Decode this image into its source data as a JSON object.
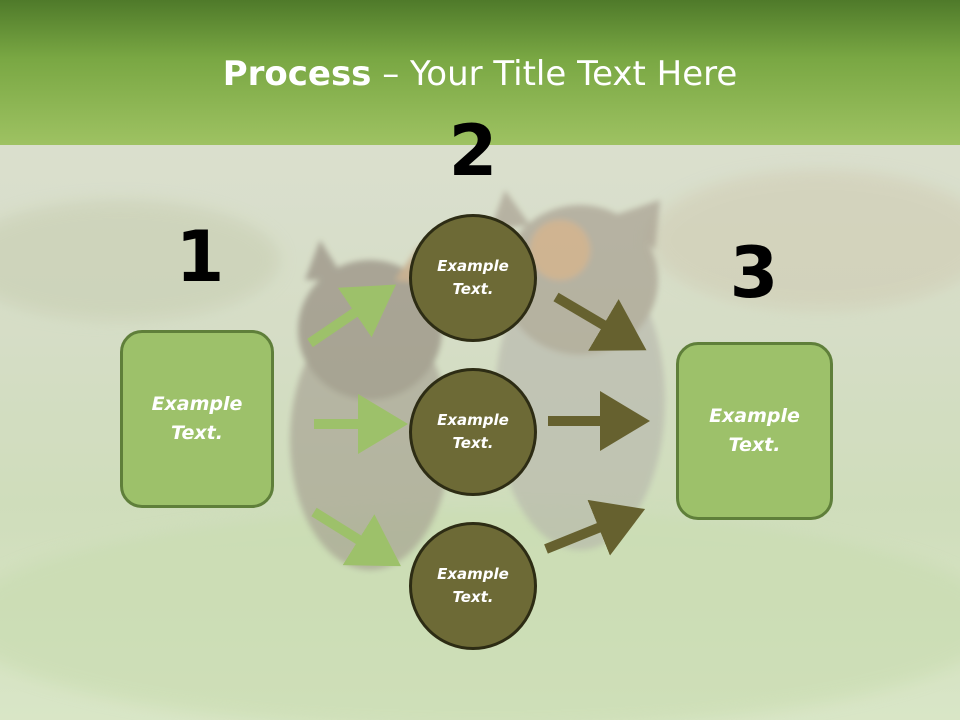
{
  "slide": {
    "title_bold": "Process",
    "title_rest": " – Your Title Text Here"
  },
  "numbers": {
    "one": "1",
    "two": "2",
    "three": "3"
  },
  "left_box": {
    "text": "Example Text."
  },
  "right_box": {
    "text": "Example Text."
  },
  "circles": [
    {
      "text": "Example Text."
    },
    {
      "text": "Example Text."
    },
    {
      "text": "Example Text."
    }
  ],
  "colors": {
    "header_green": "#79a743",
    "box_fill": "#9dc16a",
    "circle_fill": "#6d6a36",
    "arrow_light": "#9dc16a",
    "arrow_dark": "#66612f"
  },
  "background": {
    "subject": "two-kittens-on-grass-photo"
  }
}
